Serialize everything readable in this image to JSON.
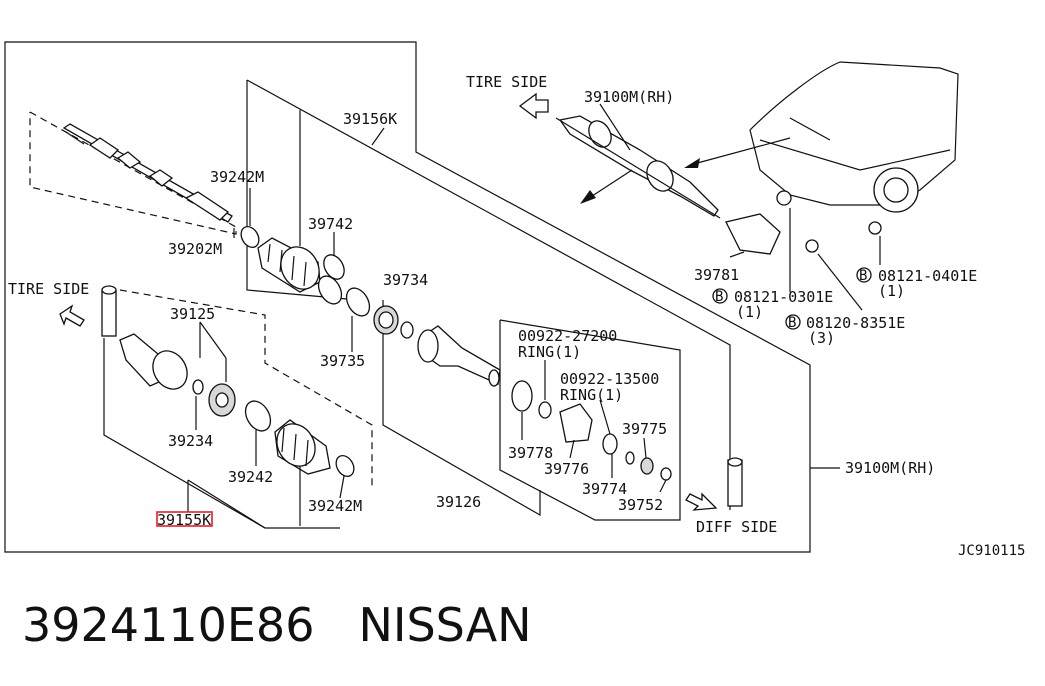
{
  "labels": {
    "tire_side_top": "TIRE SIDE",
    "tire_side_left": "TIRE SIDE",
    "diff_side": "DIFF SIDE",
    "assembly_top": "39100M(RH)",
    "assembly_right": "39100M(RH)",
    "p39156k": "39156K",
    "p39242m_a": "39242M",
    "p39202m": "39202M",
    "p39742": "39742",
    "p39734": "39734",
    "p39735": "39735",
    "p39125": "39125",
    "p39234": "39234",
    "p39242": "39242",
    "p39242m_b": "39242M",
    "p39155k": "39155K",
    "p39126": "39126",
    "p00922_27200": "00922-27200",
    "ring1_a": "RING(1)",
    "p00922_13500": "00922-13500",
    "ring1_b": "RING(1)",
    "p39778": "39778",
    "p39776": "39776",
    "p39775": "39775",
    "p39774": "39774",
    "p39752": "39752",
    "p39781": "39781",
    "b08121_0301e": "08121-0301E",
    "q1_a": "(1)",
    "b08121_0401e": "08121-0401E",
    "q1_b": "(1)",
    "b08120_8351e": "08120-8351E",
    "q3": "(3)",
    "bolt_mark": "B",
    "diagram_code": "JC910115"
  },
  "caption": {
    "part_number": "3924110E86",
    "brand": "NISSAN"
  },
  "colors": {
    "line": "#111111",
    "highlight": "#e0202a"
  }
}
